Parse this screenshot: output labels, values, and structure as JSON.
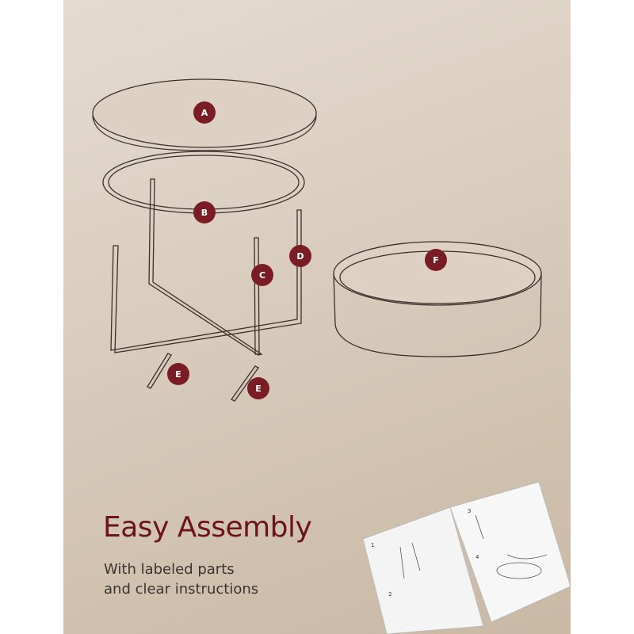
{
  "headline": "Easy Assembly",
  "subtitle_lines": [
    "With labeled parts",
    "and clear instructions"
  ],
  "parts": {
    "tabletop": "A",
    "ring": "B",
    "leg_c": "C",
    "leg_d": "D",
    "bracket_1": "E",
    "bracket_2": "E",
    "tray": "F"
  },
  "manual_steps": [
    "1",
    "2",
    "3",
    "4"
  ],
  "colors": {
    "accent": "#7a1c24",
    "background": "#d6c8b8",
    "line": "#3b302a"
  }
}
